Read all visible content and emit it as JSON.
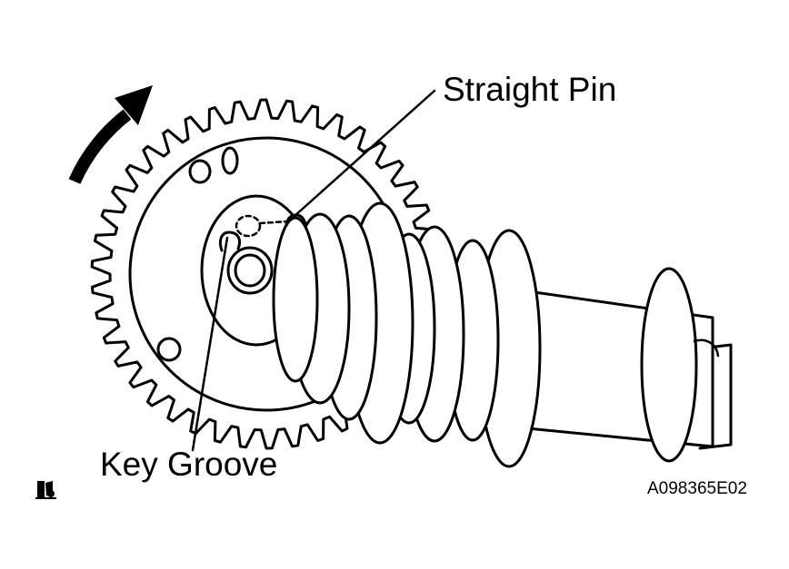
{
  "labels": {
    "straight_pin": "Straight Pin",
    "key_groove": "Key Groove"
  },
  "figure_code": "A098365E02",
  "icons": {
    "corner_symbol": "service-manual-icon",
    "rotation": "rotation-arrow-icon"
  },
  "colors": {
    "ink": "#000000",
    "paper": "#ffffff"
  }
}
